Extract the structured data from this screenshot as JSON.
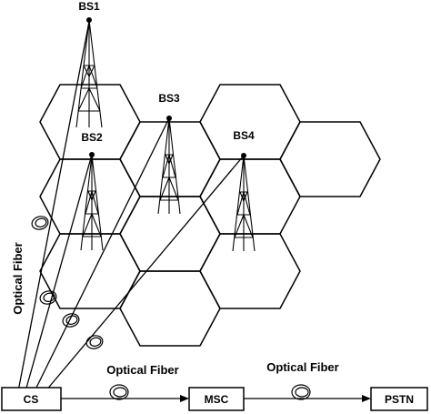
{
  "base_stations": [
    {
      "label": "BS1"
    },
    {
      "label": "BS2"
    },
    {
      "label": "BS3"
    },
    {
      "label": "BS4"
    }
  ],
  "nodes": {
    "cs": "CS",
    "msc": "MSC",
    "pstn": "PSTN"
  },
  "fiber_labels": {
    "vertical": "Optical Fiber",
    "cs_to_msc": "Optical Fiber",
    "msc_to_pstn": "Optical Fiber"
  },
  "colors": {
    "stroke": "#000000",
    "background": "#ffffff"
  }
}
